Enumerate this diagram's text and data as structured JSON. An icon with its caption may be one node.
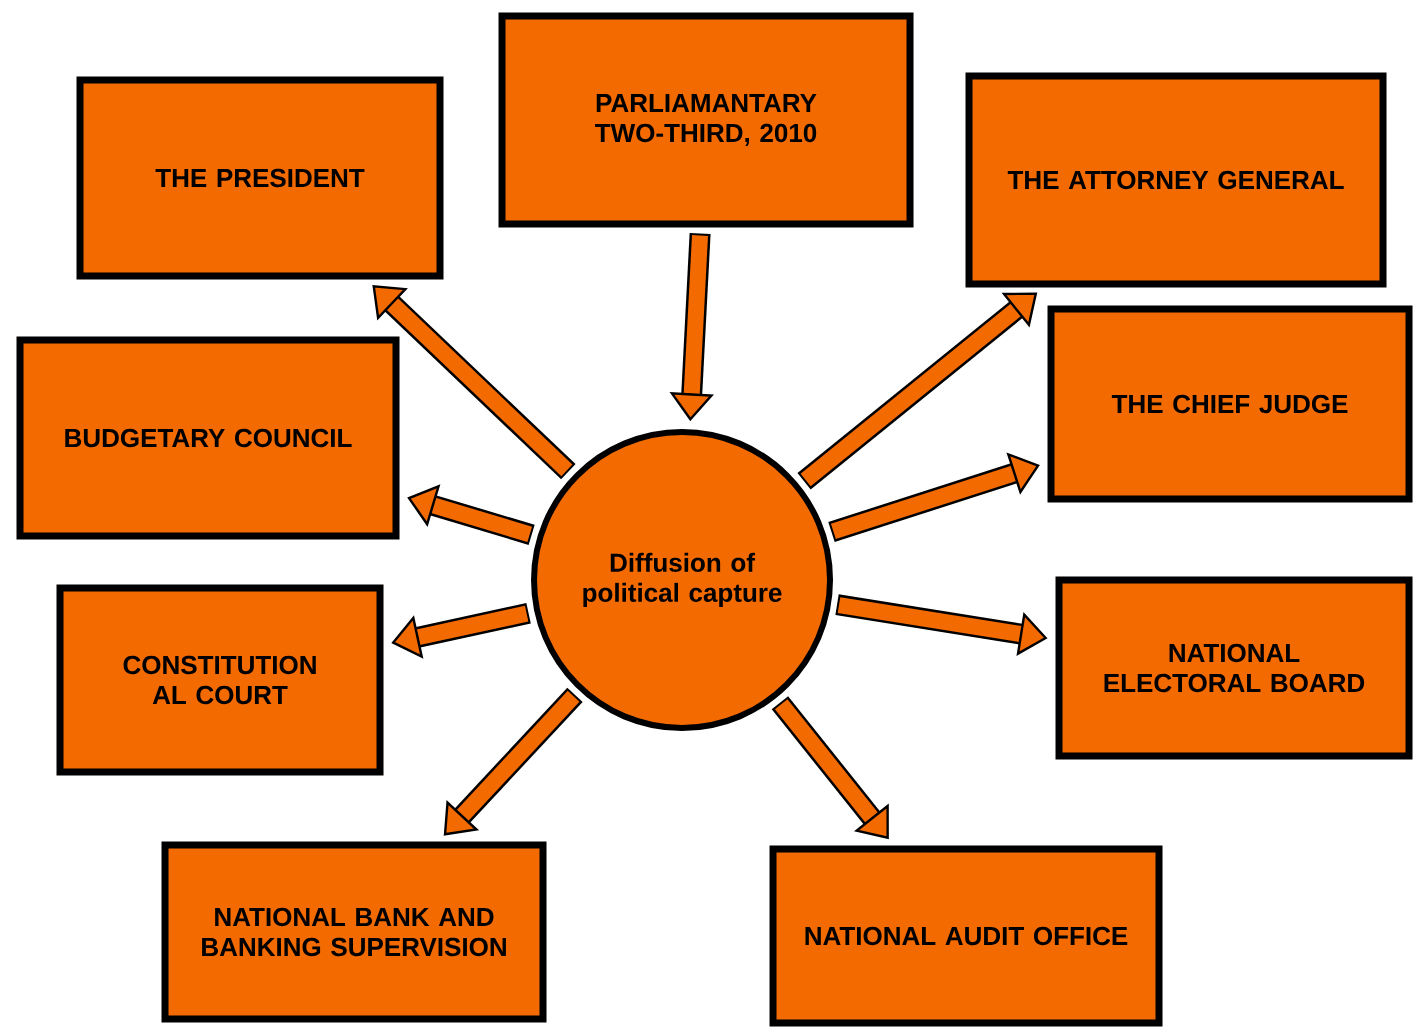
{
  "diagram": {
    "nodes": [
      {
        "text": [
          "Diffusion of political capture"
        ]
      },
      {
        "text": [
          "THE PRESIDENT"
        ]
      },
      {
        "text": [
          "PARLIAMANTARY TWO-THIRD, 2010"
        ]
      },
      {
        "text": [
          "THE ATTORNEY GENERAL"
        ]
      },
      {
        "text": [
          "BUDGETARY COUNCIL"
        ]
      },
      {
        "text": [
          "THE CHIEF JUDGE"
        ]
      },
      {
        "text": [
          "CONSTITUTION AL COURT"
        ]
      },
      {
        "text": [
          "NATIONAL ELECTORAL BOARD"
        ]
      },
      {
        "text": [
          "NATIONAL BANK AND BANKING SUPERVISION"
        ]
      },
      {
        "text": [
          "NATIONAL AUDIT OFFICE"
        ]
      }
    ],
    "edges": [
      {
        "from": 0,
        "to": 1,
        "arrow": "to"
      },
      {
        "from": 2,
        "to": 0,
        "arrow": "to"
      },
      {
        "from": 0,
        "to": 3,
        "arrow": "to"
      },
      {
        "from": 0,
        "to": 4,
        "arrow": "to"
      },
      {
        "from": 0,
        "to": 5,
        "arrow": "to"
      },
      {
        "from": 0,
        "to": 6,
        "arrow": "to"
      },
      {
        "from": 0,
        "to": 7,
        "arrow": "to"
      },
      {
        "from": 0,
        "to": 8,
        "arrow": "to"
      },
      {
        "from": 0,
        "to": 9,
        "arrow": "to"
      }
    ]
  }
}
